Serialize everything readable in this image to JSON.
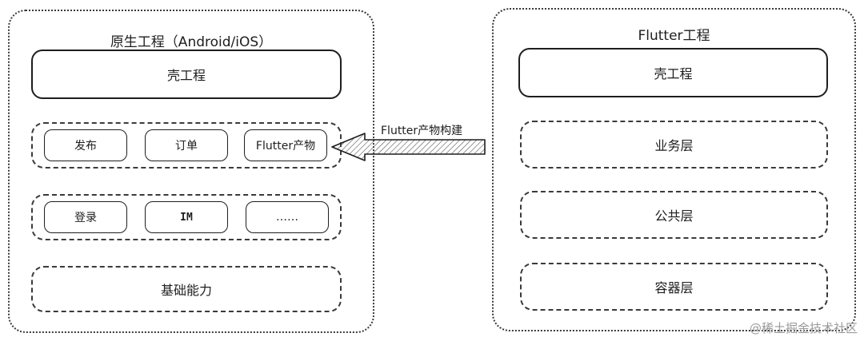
{
  "left_group": {
    "title": "原生工程（Android/iOS）",
    "shell": "壳工程",
    "business_row": [
      "发布",
      "订单",
      "Flutter产物"
    ],
    "module_row": [
      "登录",
      "IM",
      "……"
    ],
    "base": "基础能力"
  },
  "right_group": {
    "title": "Flutter工程",
    "shell": "壳工程",
    "layers": [
      "业务层",
      "公共层",
      "容器层"
    ]
  },
  "arrow": {
    "label": "Flutter产物构建"
  },
  "watermark": "@稀土掘金技术社区"
}
